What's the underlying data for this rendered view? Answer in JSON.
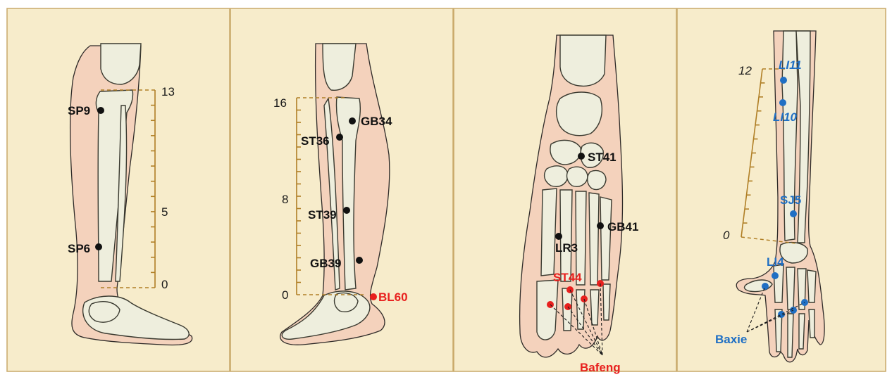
{
  "panels": [
    {
      "id": "panel-lower-leg-medial",
      "ticks": [
        "13",
        "5",
        "0"
      ],
      "points": [
        {
          "label": "SP9",
          "color": "#111111"
        },
        {
          "label": "SP6",
          "color": "#111111"
        }
      ]
    },
    {
      "id": "panel-lower-leg-lateral",
      "ticks": [
        "16",
        "8",
        "0"
      ],
      "points": [
        {
          "label": "GB34",
          "color": "#111111"
        },
        {
          "label": "ST36",
          "color": "#111111"
        },
        {
          "label": "ST39",
          "color": "#111111"
        },
        {
          "label": "GB39",
          "color": "#111111"
        },
        {
          "label": "BL60",
          "color": "#e8201e"
        }
      ]
    },
    {
      "id": "panel-foot-dorsum",
      "points": [
        {
          "label": "ST41",
          "color": "#111111"
        },
        {
          "label": "GB41",
          "color": "#111111"
        },
        {
          "label": "LR3",
          "color": "#111111"
        },
        {
          "label": "ST44",
          "color": "#e8201e"
        }
      ],
      "group_label": {
        "text": "Bafeng",
        "color": "#e8201e"
      }
    },
    {
      "id": "panel-forearm-hand",
      "ticks": [
        "12",
        "0"
      ],
      "points": [
        {
          "label": "LI11",
          "color": "#1f6fc4"
        },
        {
          "label": "LI10",
          "color": "#1f6fc4"
        },
        {
          "label": "SJ5",
          "color": "#1f6fc4"
        },
        {
          "label": "LI4",
          "color": "#1f6fc4"
        }
      ],
      "group_label": {
        "text": "Baxie",
        "color": "#1f6fc4"
      }
    }
  ],
  "colors": {
    "panel_bg": "#f7eccb",
    "border": "#c9a96a",
    "skin": "#f4d2bc",
    "bone": "#eeeedd",
    "ruler": "#b07f26",
    "black_point": "#111111",
    "red_point": "#e8201e",
    "blue_point": "#1f6fc4"
  }
}
